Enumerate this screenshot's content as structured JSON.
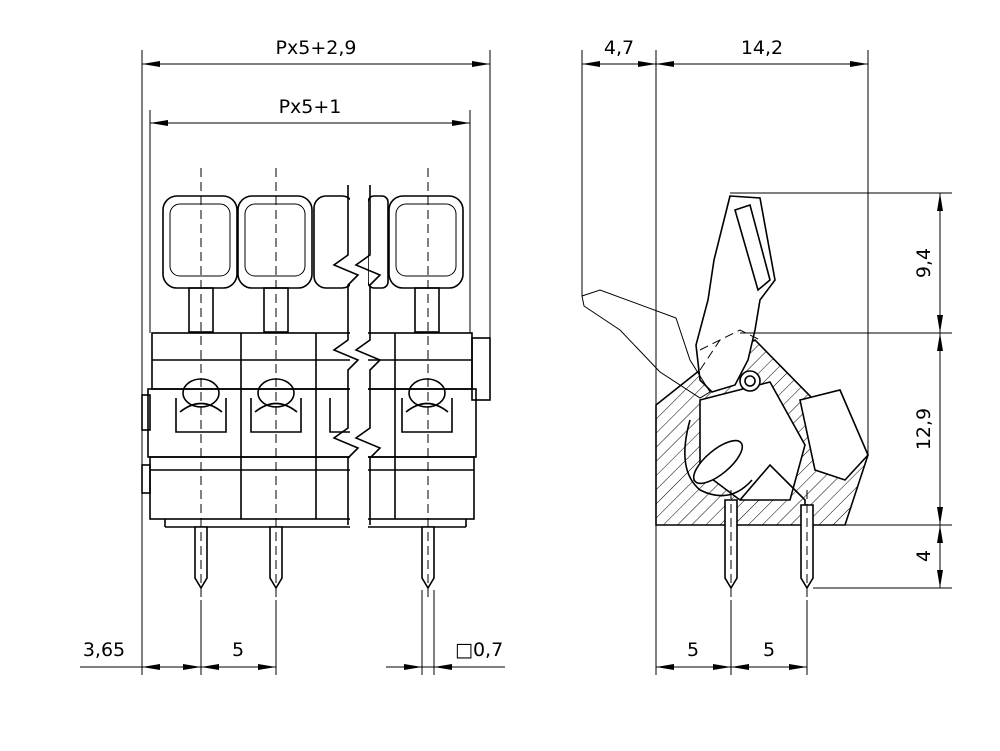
{
  "dimensions": {
    "overall_width": "Px5+2,9",
    "inner_width": "Px5+1",
    "left_offset": "3,65",
    "pitch_front": "5",
    "pin_size": "□0,7",
    "side_depth_front": "4,7",
    "side_depth_main": "14,2",
    "lever_height": "9,4",
    "body_height": "12,9",
    "pin_length": "4",
    "side_pitch_1": "5",
    "side_pitch_2": "5"
  },
  "colors": {
    "line": "#000000",
    "background": "#ffffff"
  }
}
